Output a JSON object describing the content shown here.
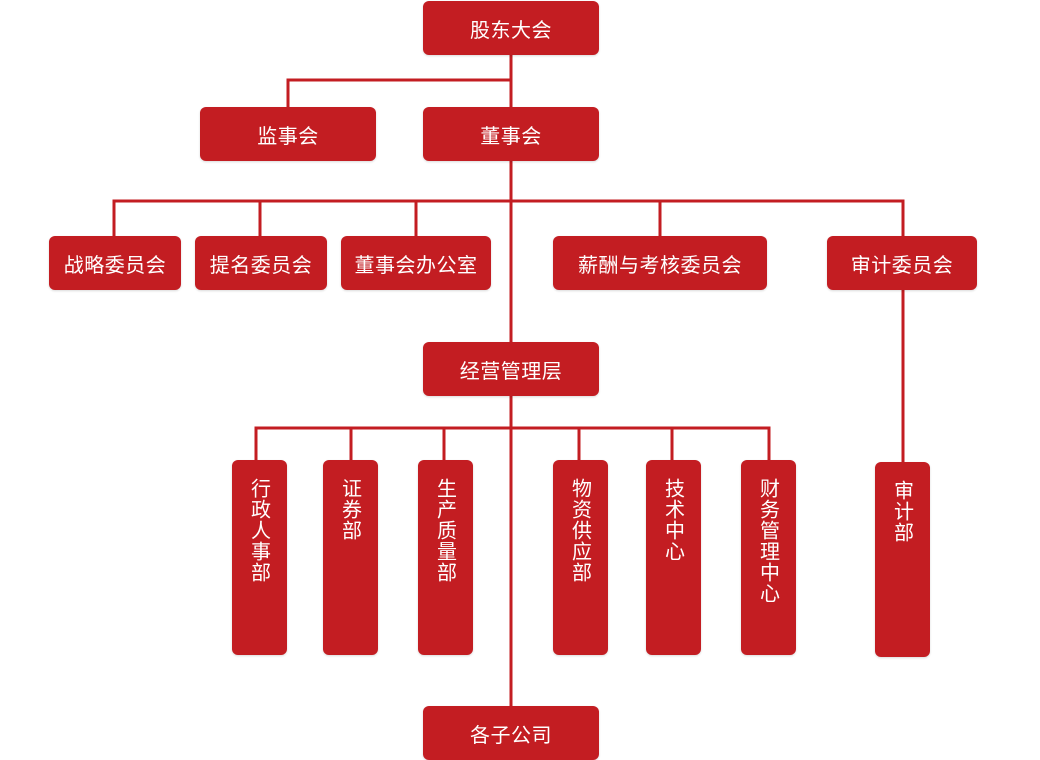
{
  "colors": {
    "node": "#c31d22",
    "line": "#c31d22",
    "text": "#ffffff",
    "background": "#ffffff"
  },
  "nodes": {
    "shareholders_meeting": "股东大会",
    "supervisory_board": "监事会",
    "board_of_directors": "董事会",
    "strategy_committee": "战略委员会",
    "nomination_committee": "提名委员会",
    "board_office": "董事会办公室",
    "compensation_committee": "薪酬与考核委员会",
    "audit_committee": "审计委员会",
    "management": "经营管理层",
    "admin_hr": "行政人事部",
    "securities": "证券部",
    "production_quality": "生产质量部",
    "material_supply": "物资供应部",
    "tech_center": "技术中心",
    "finance_center": "财务管理中心",
    "audit_dept": "审计部",
    "subsidiaries": "各子公司"
  }
}
